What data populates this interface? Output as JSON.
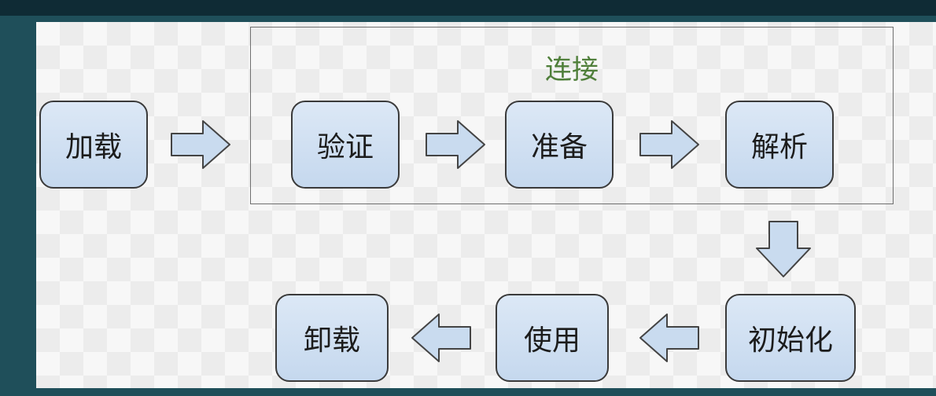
{
  "diagram": {
    "group": {
      "title": "连接"
    },
    "nodes": {
      "load": "加载",
      "verify": "验证",
      "prepare": "准备",
      "resolve": "解析",
      "initialize": "初始化",
      "use": "使用",
      "unload": "卸载"
    },
    "colors": {
      "node_fill": "#c5d8ee",
      "node_border": "#3a3a3a",
      "group_title": "#4f7f3a",
      "arrow_fill": "#c9dbef"
    }
  }
}
